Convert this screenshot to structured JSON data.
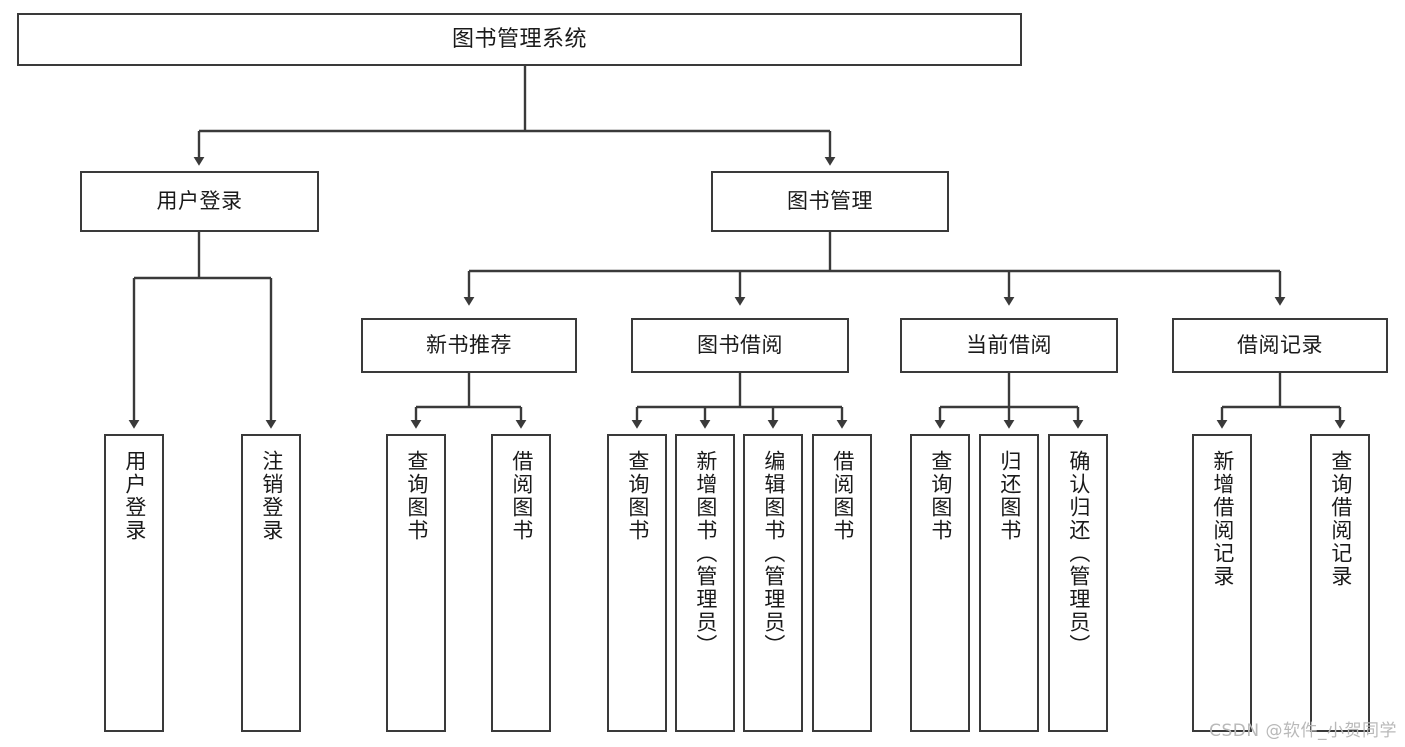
{
  "diagram": {
    "type": "tree-structure-chart",
    "title": "图书管理系统",
    "background_color": "#ffffff",
    "line_color": "#3a3a3a",
    "text_color": "#1a1a1a"
  },
  "watermark": {
    "text": "CSDN @软件_小贺同学",
    "color": "#b9b9b9"
  },
  "nodes": {
    "root": {
      "label": "图书管理系统"
    },
    "level2": [
      {
        "id": "user-login",
        "label": "用户登录"
      },
      {
        "id": "book-management",
        "label": "图书管理"
      }
    ],
    "level3": [
      {
        "id": "new-book-recommend",
        "label": "新书推荐"
      },
      {
        "id": "book-borrow",
        "label": "图书借阅"
      },
      {
        "id": "current-borrow",
        "label": "当前借阅"
      },
      {
        "id": "borrow-record",
        "label": "借阅记录"
      }
    ],
    "leaves": [
      {
        "id": "leaf-user-login",
        "label": "用户登录",
        "parent": "user-login"
      },
      {
        "id": "leaf-logout",
        "label": "注销登录",
        "parent": "user-login"
      },
      {
        "id": "leaf-query-book-1",
        "label": "查询图书",
        "parent": "new-book-recommend"
      },
      {
        "id": "leaf-borrow-book-1",
        "label": "借阅图书",
        "parent": "new-book-recommend"
      },
      {
        "id": "leaf-query-book-2",
        "label": "查询图书",
        "parent": "book-borrow"
      },
      {
        "id": "leaf-add-book",
        "label": "新增图书（管理员）",
        "parent": "book-borrow"
      },
      {
        "id": "leaf-edit-book",
        "label": "编辑图书（管理员）",
        "parent": "book-borrow"
      },
      {
        "id": "leaf-borrow-book-2",
        "label": "借阅图书",
        "parent": "book-borrow"
      },
      {
        "id": "leaf-query-book-3",
        "label": "查询图书",
        "parent": "current-borrow"
      },
      {
        "id": "leaf-return-book",
        "label": "归还图书",
        "parent": "current-borrow"
      },
      {
        "id": "leaf-confirm-return",
        "label": "确认归还（管理员）",
        "parent": "current-borrow"
      },
      {
        "id": "leaf-add-record",
        "label": "新增借阅记录",
        "parent": "borrow-record"
      },
      {
        "id": "leaf-query-record",
        "label": "查询借阅记录",
        "parent": "borrow-record"
      }
    ]
  }
}
